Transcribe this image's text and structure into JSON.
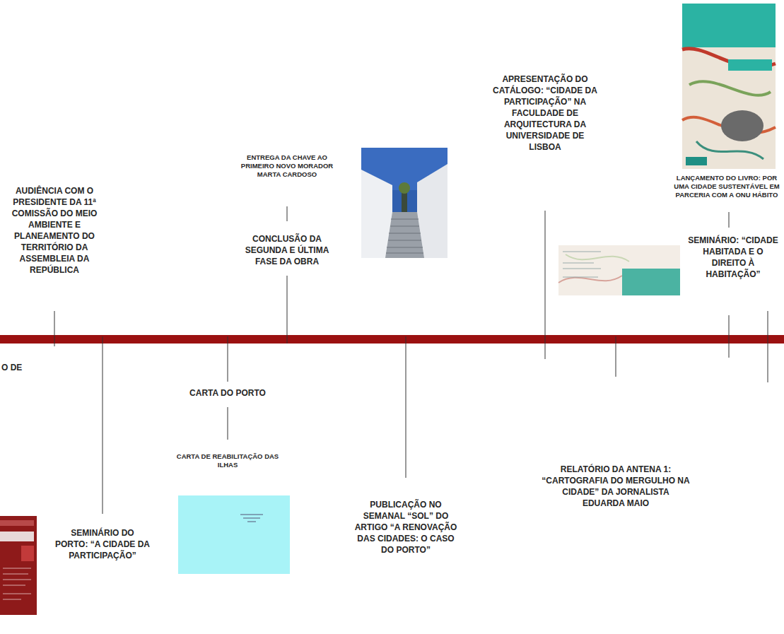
{
  "diagram": {
    "labels": [
      "O DE",
      "AUDIÊNCIA COM O PRESIDENTE DA 11ª COMISSÃO DO MEIO AMBIENTE E PLANEAMENTO DO TERRITÓRIO DA ASSEMBLEIA DA REPÚBLICA",
      "SEMINÁRIO DO PORTO: “A CIDADE DA PARTICIPAÇÃO”",
      "CARTA DO PORTO",
      "CARTA DE REABILITAÇÃO DAS ILHAS",
      "ENTREGA DA CHAVE AO PRIMEIRO NOVO MORADOR MARTA CARDOSO",
      "CONCLUSÃO DA SEGUNDA E ÚLTIMA FASE DA OBRA",
      "PUBLICAÇÃO NO SEMANAL “SOL” DO ARTIGO “A RENOVAÇÃO DAS CIDADES: O CASO DO PORTO”",
      "APRESENTAÇÃO DO CATÁLOGO: “CIDADE DA PARTICIPAÇÃO” NA FACULDADE DE ARQUITECTURA DA UNIVERSIDADE DE LISBOA",
      "RELATÓRIO DA ANTENA 1: “CARTOGRAFIA DO MERGULHO NA CIDADE” DA JORNALISTA EDUARDA MAIO",
      "LANÇAMENTO DO LIVRO: POR UMA CIDADE SUSTENTÁVEL EM PARCERIA COM A ONU HÁBITO",
      "SEMINÁRIO: “CIDADE HABITADA E O DIREITO À HABITAÇÃO”"
    ]
  }
}
